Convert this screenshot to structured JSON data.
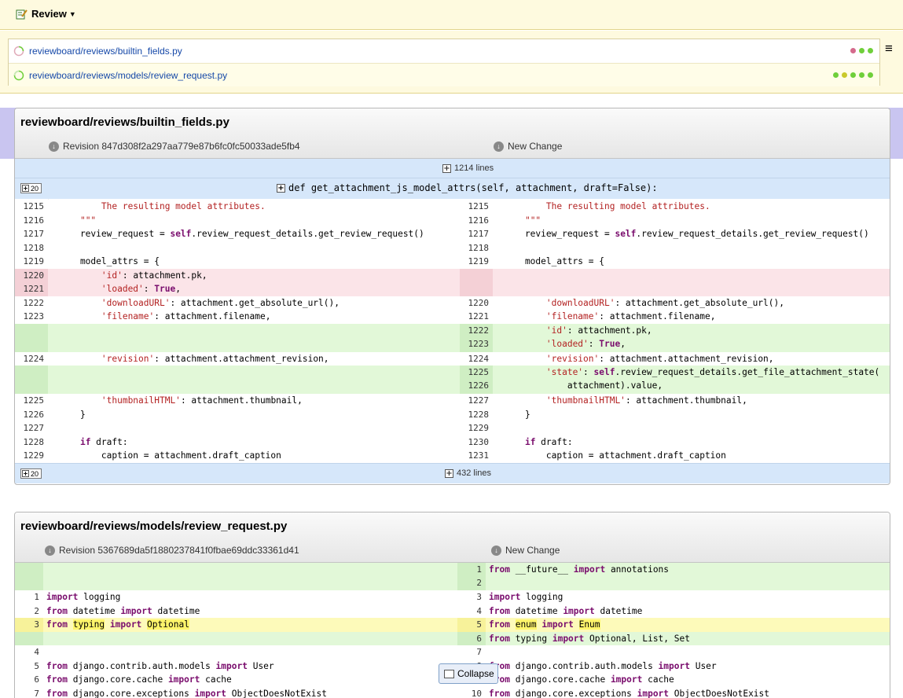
{
  "toolbar": {
    "review_label": "Review"
  },
  "files": [
    {
      "path": "reviewboard/reviews/builtin_fields.py",
      "dots": [
        "#d46a8c",
        "#6fcf3a",
        "#6fcf3a"
      ]
    },
    {
      "path": "reviewboard/reviews/models/review_request.py",
      "dots": [
        "#6fcf3a",
        "#c9c92a",
        "#6fcf3a",
        "#6fcf3a",
        "#6fcf3a"
      ]
    }
  ],
  "diff1": {
    "title": "reviewboard/reviews/builtin_fields.py",
    "old_rev": "Revision 847d308f2a297aa779e87b6fc0fc50033ade5fb4",
    "new_rev": "New Change",
    "top_lines": "1214 lines",
    "expand_count": "20",
    "func": "def get_attachment_js_model_attrs(self, attachment, draft=False):",
    "bottom_lines": "432 lines",
    "bottom_expand": "20"
  },
  "diff2": {
    "title": "reviewboard/reviews/models/review_request.py",
    "old_rev": "Revision 5367689da5f1880237841f0fbae69ddc33361d41",
    "new_rev": "New Change"
  },
  "collapse_label": "Collapse"
}
